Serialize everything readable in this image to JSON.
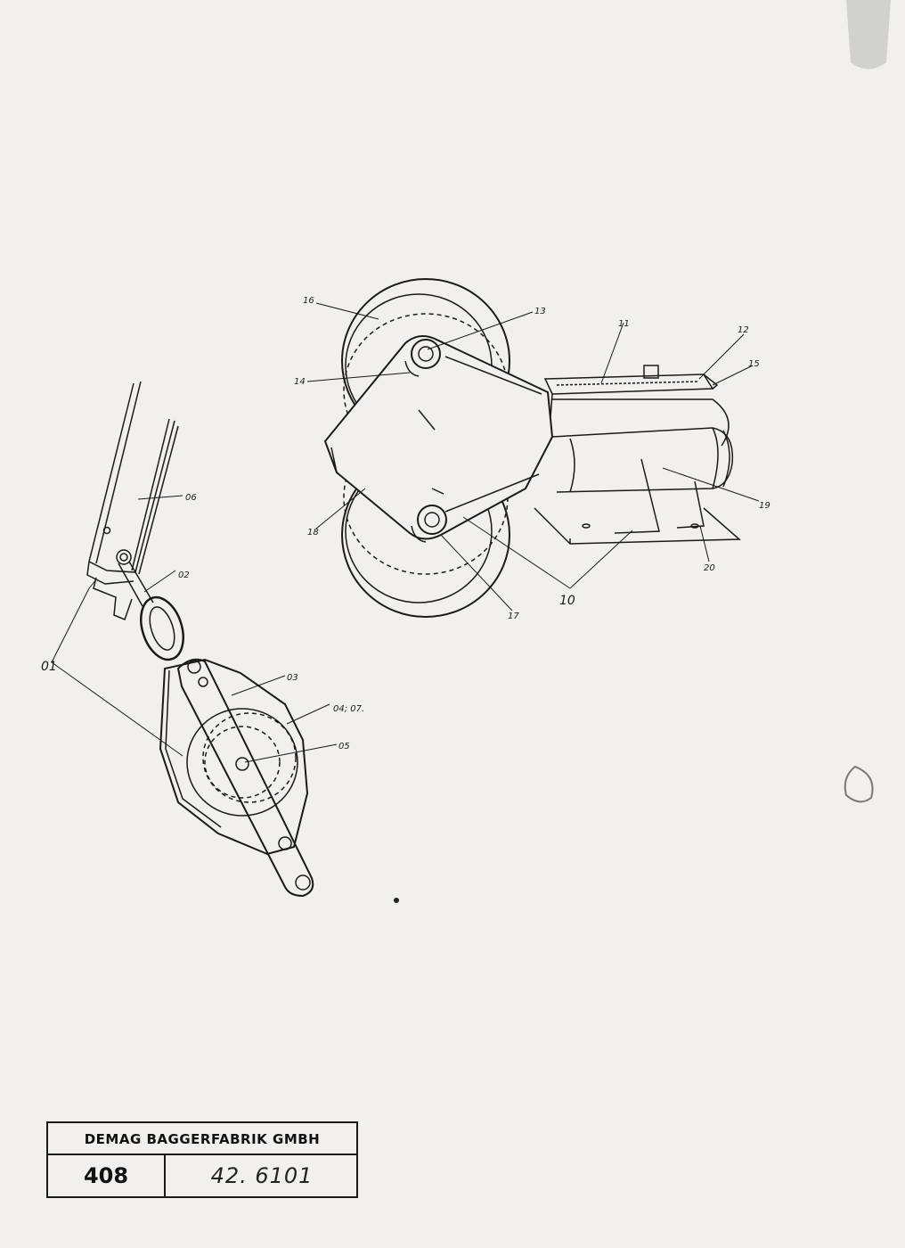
{
  "drawing": {
    "labels": {
      "p01": "01",
      "p02": "02",
      "p03": "03",
      "p04": "04; 07.",
      "p05": "05",
      "p06": "06",
      "p10": "10",
      "p11": "11",
      "p12": "12",
      "p13": "13",
      "p14": "14",
      "p15": "15",
      "p16": "16",
      "p17": "17",
      "p18": "18",
      "p19": "19",
      "p20": "20"
    }
  },
  "title_block": {
    "company": "DEMAG BAGGERFABRIK GMBH",
    "sheet_number": "408",
    "drawing_number": "42. 6101"
  },
  "colors": {
    "ink": "#1a1a1a",
    "paper": "#f1f0ec"
  }
}
